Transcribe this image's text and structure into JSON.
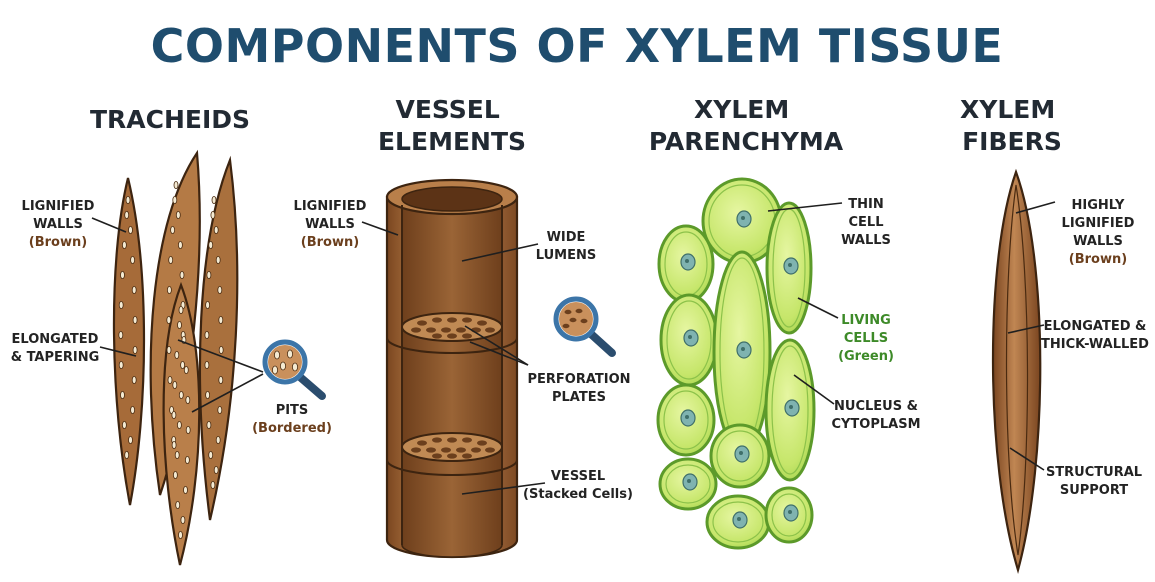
{
  "title": "COMPONENTS OF XYLEM TISSUE",
  "colors": {
    "title": "#1f4d6e",
    "brown": "#b0743f",
    "brown_dark": "#6b3f1d",
    "green_fill": "#c7e86a",
    "green_stroke": "#5c9a2a",
    "green_text": "#3d8a28",
    "nucleus": "#7fb3b0",
    "lens": "#4a86b8"
  },
  "sections": {
    "tracheids": {
      "heading_lines": [
        "TRACHEIDS"
      ],
      "labels": {
        "walls": [
          "LIGNIFIED",
          "WALLS"
        ],
        "walls_sub": "(Brown)",
        "elongated": [
          "ELONGATED",
          "& TAPERING"
        ],
        "pits": "PITS",
        "pits_sub": "(Bordered)"
      },
      "icons": [
        "magnifier-icon"
      ]
    },
    "vessel": {
      "heading_lines": [
        "VESSEL",
        "ELEMENTS"
      ],
      "labels": {
        "walls": [
          "LIGNIFIED",
          "WALLS"
        ],
        "walls_sub": "(Brown)",
        "lumens": [
          "WIDE",
          "LUMENS"
        ],
        "perforation": [
          "PERFORATION",
          "PLATES"
        ],
        "vessel": "VESSEL",
        "vessel_sub": "(Stacked Cells)"
      },
      "icons": [
        "magnifier-icon"
      ]
    },
    "parenchyma": {
      "heading_lines": [
        "XYLEM",
        "PARENCHYMA"
      ],
      "labels": {
        "thin": [
          "THIN",
          "CELL",
          "WALLS"
        ],
        "living": [
          "LIVING",
          "CELLS"
        ],
        "living_sub": "(Green)",
        "nucleus": [
          "NUCLEUS &",
          "CYTOPLASM"
        ]
      }
    },
    "fibers": {
      "heading_lines": [
        "XYLEM",
        "FIBERS"
      ],
      "labels": {
        "walls": [
          "HIGHLY",
          "LIGNIFIED",
          "WALLS"
        ],
        "walls_sub": "(Brown)",
        "elongated": [
          "ELONGATED &",
          "THICK-WALLED"
        ],
        "support": [
          "STRUCTURAL",
          "SUPPORT"
        ]
      }
    }
  }
}
